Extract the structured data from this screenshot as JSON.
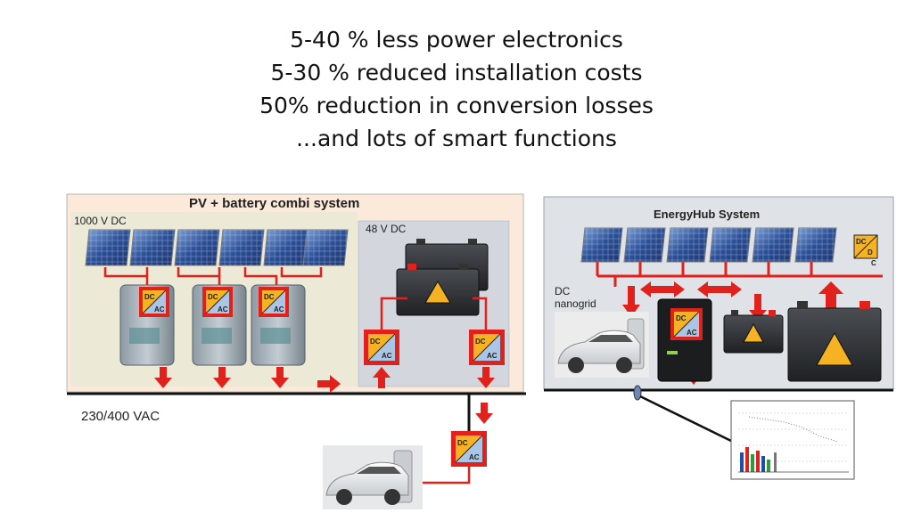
{
  "headline": {
    "lines": [
      "5-40 % less power electronics",
      "5-30 % reduced installation costs",
      "50% reduction in conversion losses",
      "...and lots of smart functions"
    ]
  },
  "left_system": {
    "title": "PV + battery combi system",
    "pv_voltage": "1000 V DC",
    "battery_voltage": "48 V DC",
    "grid_label": "230/400 VAC"
  },
  "right_system": {
    "title": "EnergyHub System",
    "nanogrid_label": "DC\nnanogrid"
  },
  "converter_labels": {
    "dc": "DC",
    "ac": "AC",
    "d": "D",
    "c": "C"
  },
  "colors": {
    "left_panel_bg": "#fbe9d9",
    "inner_bg": "#ece9d6",
    "battery_box_bg": "#d3d6dd",
    "right_panel_bg": "#dfe2e6",
    "converter_red": "#e1211b",
    "converter_yellow": "#f5b323",
    "converter_blue": "#a9c6e6",
    "bus": "#111111"
  },
  "icons": [
    "solar-panel-icon",
    "inverter-icon",
    "battery-icon",
    "electric-car-icon",
    "converter-icon",
    "arrow-icon",
    "energy-hub-icon",
    "chart-thumbnail"
  ]
}
